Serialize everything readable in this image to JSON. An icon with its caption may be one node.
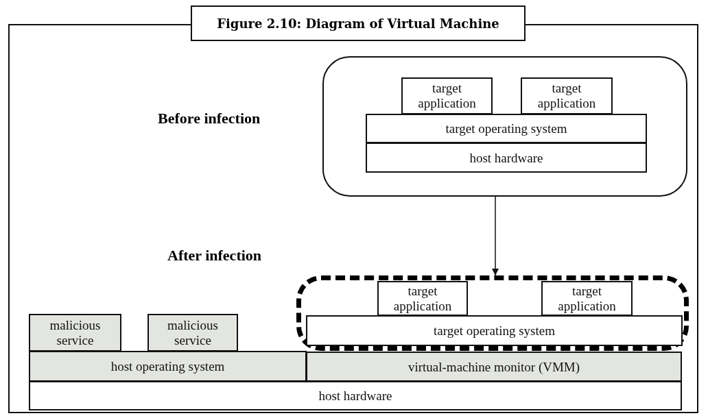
{
  "diagram": {
    "title": "Figure 2.10: Diagram of Virtual Machine",
    "nodes": [
      {
        "text": [],
        "shape": "box"
      },
      {
        "text": [
          "target application"
        ],
        "in": 0
      },
      {
        "text": [
          "target application"
        ],
        "in": 0
      },
      {
        "text": [
          "target operating system"
        ],
        "in": 0
      },
      {
        "text": [
          "host hardware"
        ],
        "in": 0
      },
      {
        "text": [],
        "shape": "box"
      },
      {
        "text": [
          "target application"
        ],
        "in": 5
      },
      {
        "text": [
          "target application"
        ],
        "in": 5
      },
      {
        "text": [
          "target operating system"
        ],
        "in": 5
      },
      {
        "text": [
          "malicious service"
        ]
      },
      {
        "text": [
          "malicious service"
        ]
      },
      {
        "text": [
          "host operating system"
        ]
      },
      {
        "text": [
          "virtual-machine monitor (VMM)"
        ]
      },
      {
        "text": [
          "host hardware"
        ]
      }
    ],
    "edges": [
      {
        "from": 0,
        "to": 5,
        "arrow": "to"
      }
    ],
    "labels": [
      "Before infection",
      "After infection"
    ]
  }
}
